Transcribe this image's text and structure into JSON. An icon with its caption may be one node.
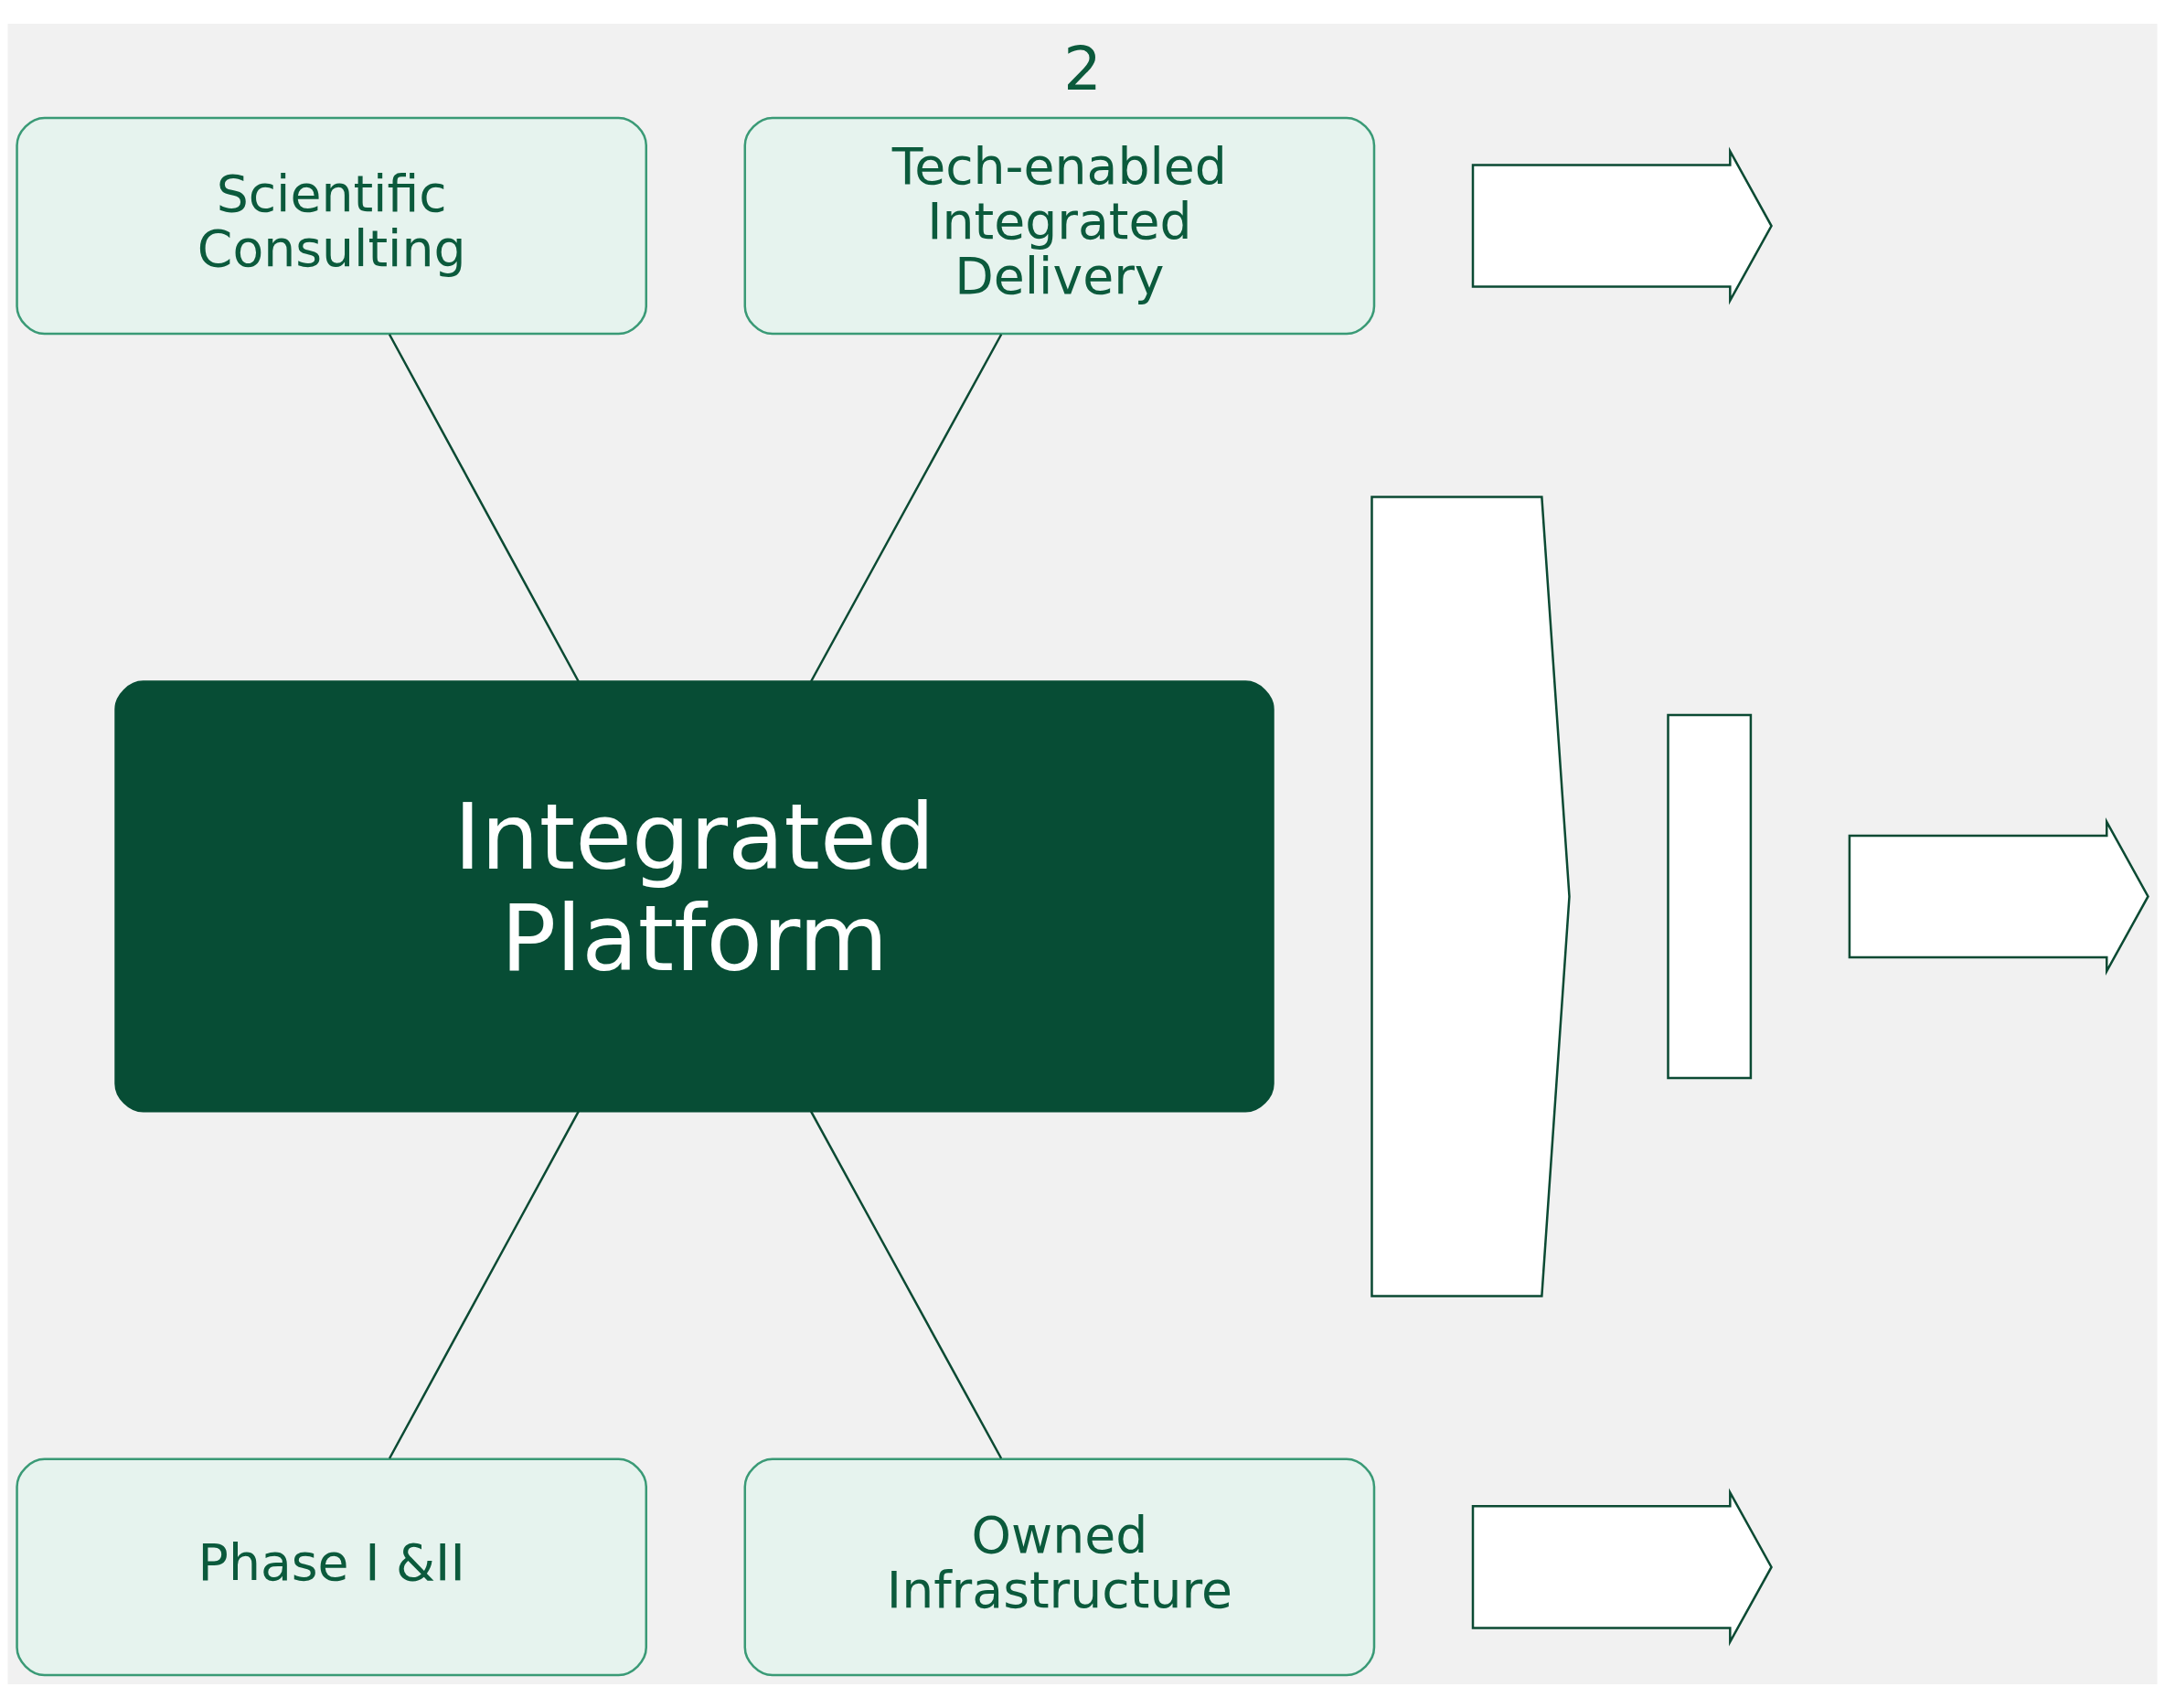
{
  "diagram": {
    "title": "2",
    "nodes": [
      {
        "text": [
          "Scientific Consulting"
        ]
      },
      {
        "text": [
          "Tech-enabled Integrated Delivery"
        ]
      },
      {
        "text": [],
        "shape": "chevron"
      },
      {
        "text": [],
        "shape": "box"
      },
      {
        "text": [
          "Integrated Platform"
        ]
      },
      {
        "text": [
          "Phase I &II"
        ]
      },
      {
        "text": [
          "Owned Infrastructure"
        ]
      },
      {
        "text": [],
        "shape": "arrow"
      },
      {
        "text": [],
        "shape": "arrow"
      },
      {
        "text": [],
        "shape": "arrow"
      }
    ],
    "edges": [
      {
        "from": 0,
        "to": 4,
        "arrow": "none"
      },
      {
        "from": 1,
        "to": 4,
        "arrow": "none"
      },
      {
        "from": 4,
        "to": 5,
        "arrow": "none"
      },
      {
        "from": 4,
        "to": 6,
        "arrow": "none"
      }
    ]
  }
}
